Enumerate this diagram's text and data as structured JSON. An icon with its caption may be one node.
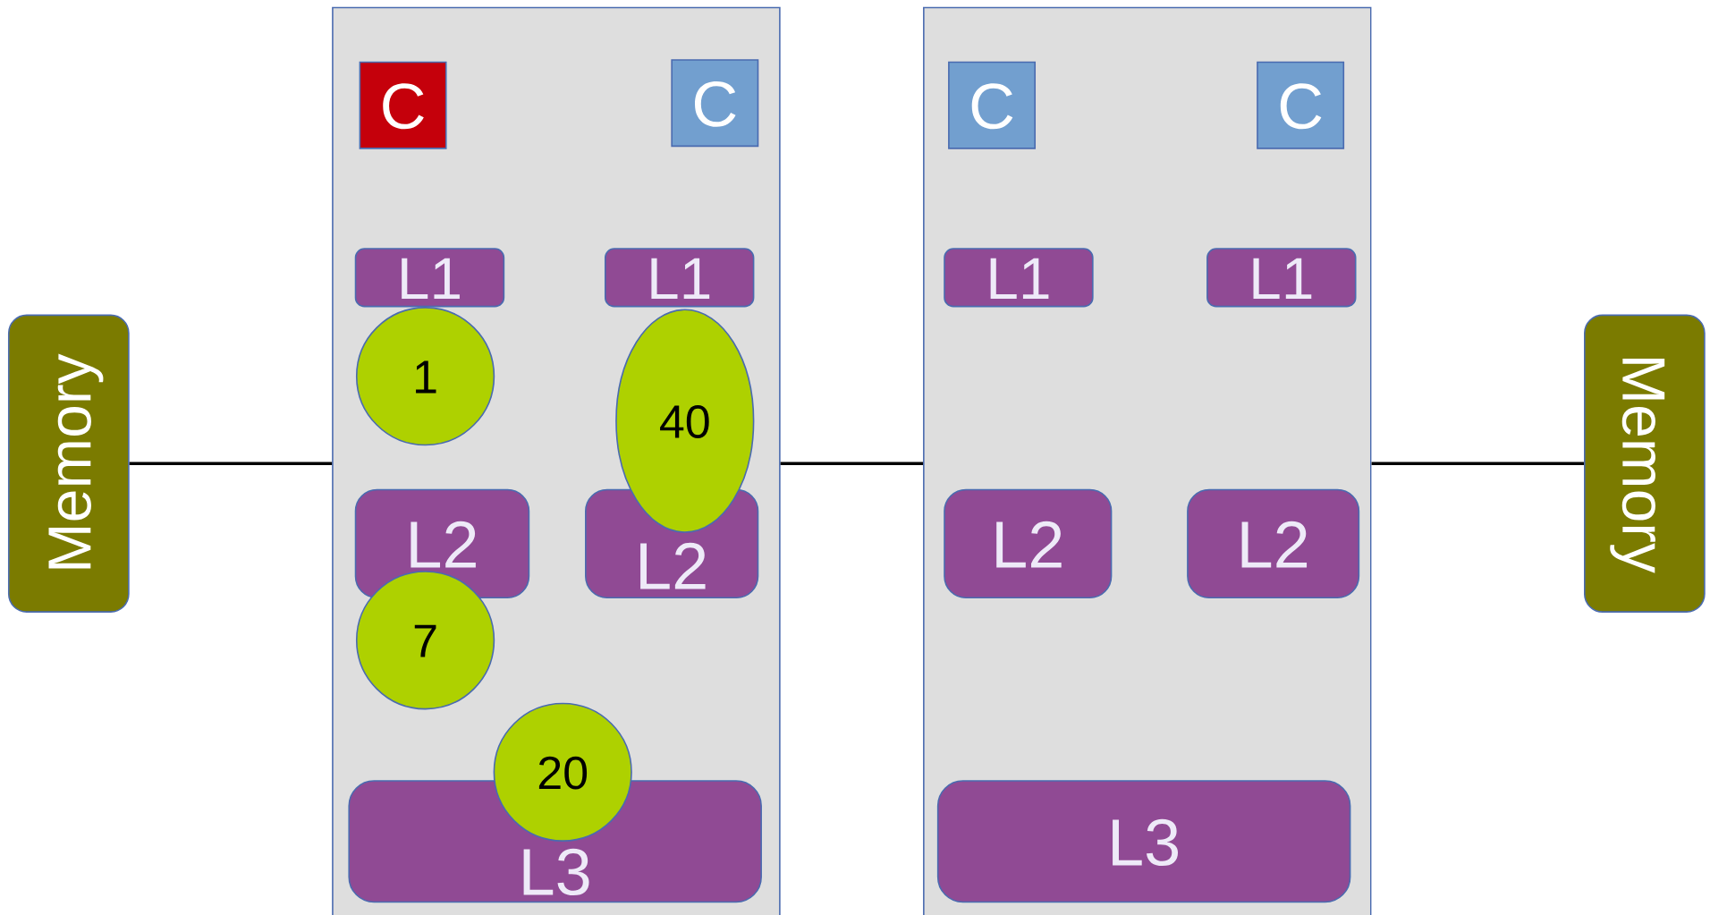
{
  "diagram": {
    "nodes": [
      {
        "text": [
          "Memory"
        ]
      },
      {
        "text": [],
        "shape": "box"
      },
      {
        "text": [
          "C"
        ],
        "in": 1
      },
      {
        "text": [
          "C"
        ],
        "in": 1
      },
      {
        "text": [
          "L1"
        ],
        "in": 1
      },
      {
        "text": [
          "L1"
        ],
        "in": 1
      },
      {
        "text": [
          "L2"
        ],
        "in": 1
      },
      {
        "text": [
          "L2"
        ],
        "in": 1
      },
      {
        "text": [
          "L3"
        ],
        "in": 1
      },
      {
        "text": [
          "1"
        ],
        "in": 1
      },
      {
        "text": [
          "40"
        ],
        "in": 1
      },
      {
        "text": [
          "7"
        ],
        "in": 1
      },
      {
        "text": [
          "20"
        ],
        "in": 1
      },
      {
        "text": [],
        "shape": "box"
      },
      {
        "text": [
          "C"
        ],
        "in": 13
      },
      {
        "text": [
          "C"
        ],
        "in": 13
      },
      {
        "text": [
          "L1"
        ],
        "in": 13
      },
      {
        "text": [
          "L1"
        ],
        "in": 13
      },
      {
        "text": [
          "L2"
        ],
        "in": 13
      },
      {
        "text": [
          "L2"
        ],
        "in": 13
      },
      {
        "text": [
          "L3"
        ],
        "in": 13
      },
      {
        "text": [
          "Memory"
        ]
      }
    ],
    "edges": [
      {
        "from": 0,
        "to": 1,
        "arrow": "none"
      },
      {
        "from": 1,
        "to": 13,
        "arrow": "none"
      },
      {
        "from": 13,
        "to": 21,
        "arrow": "none"
      }
    ]
  }
}
